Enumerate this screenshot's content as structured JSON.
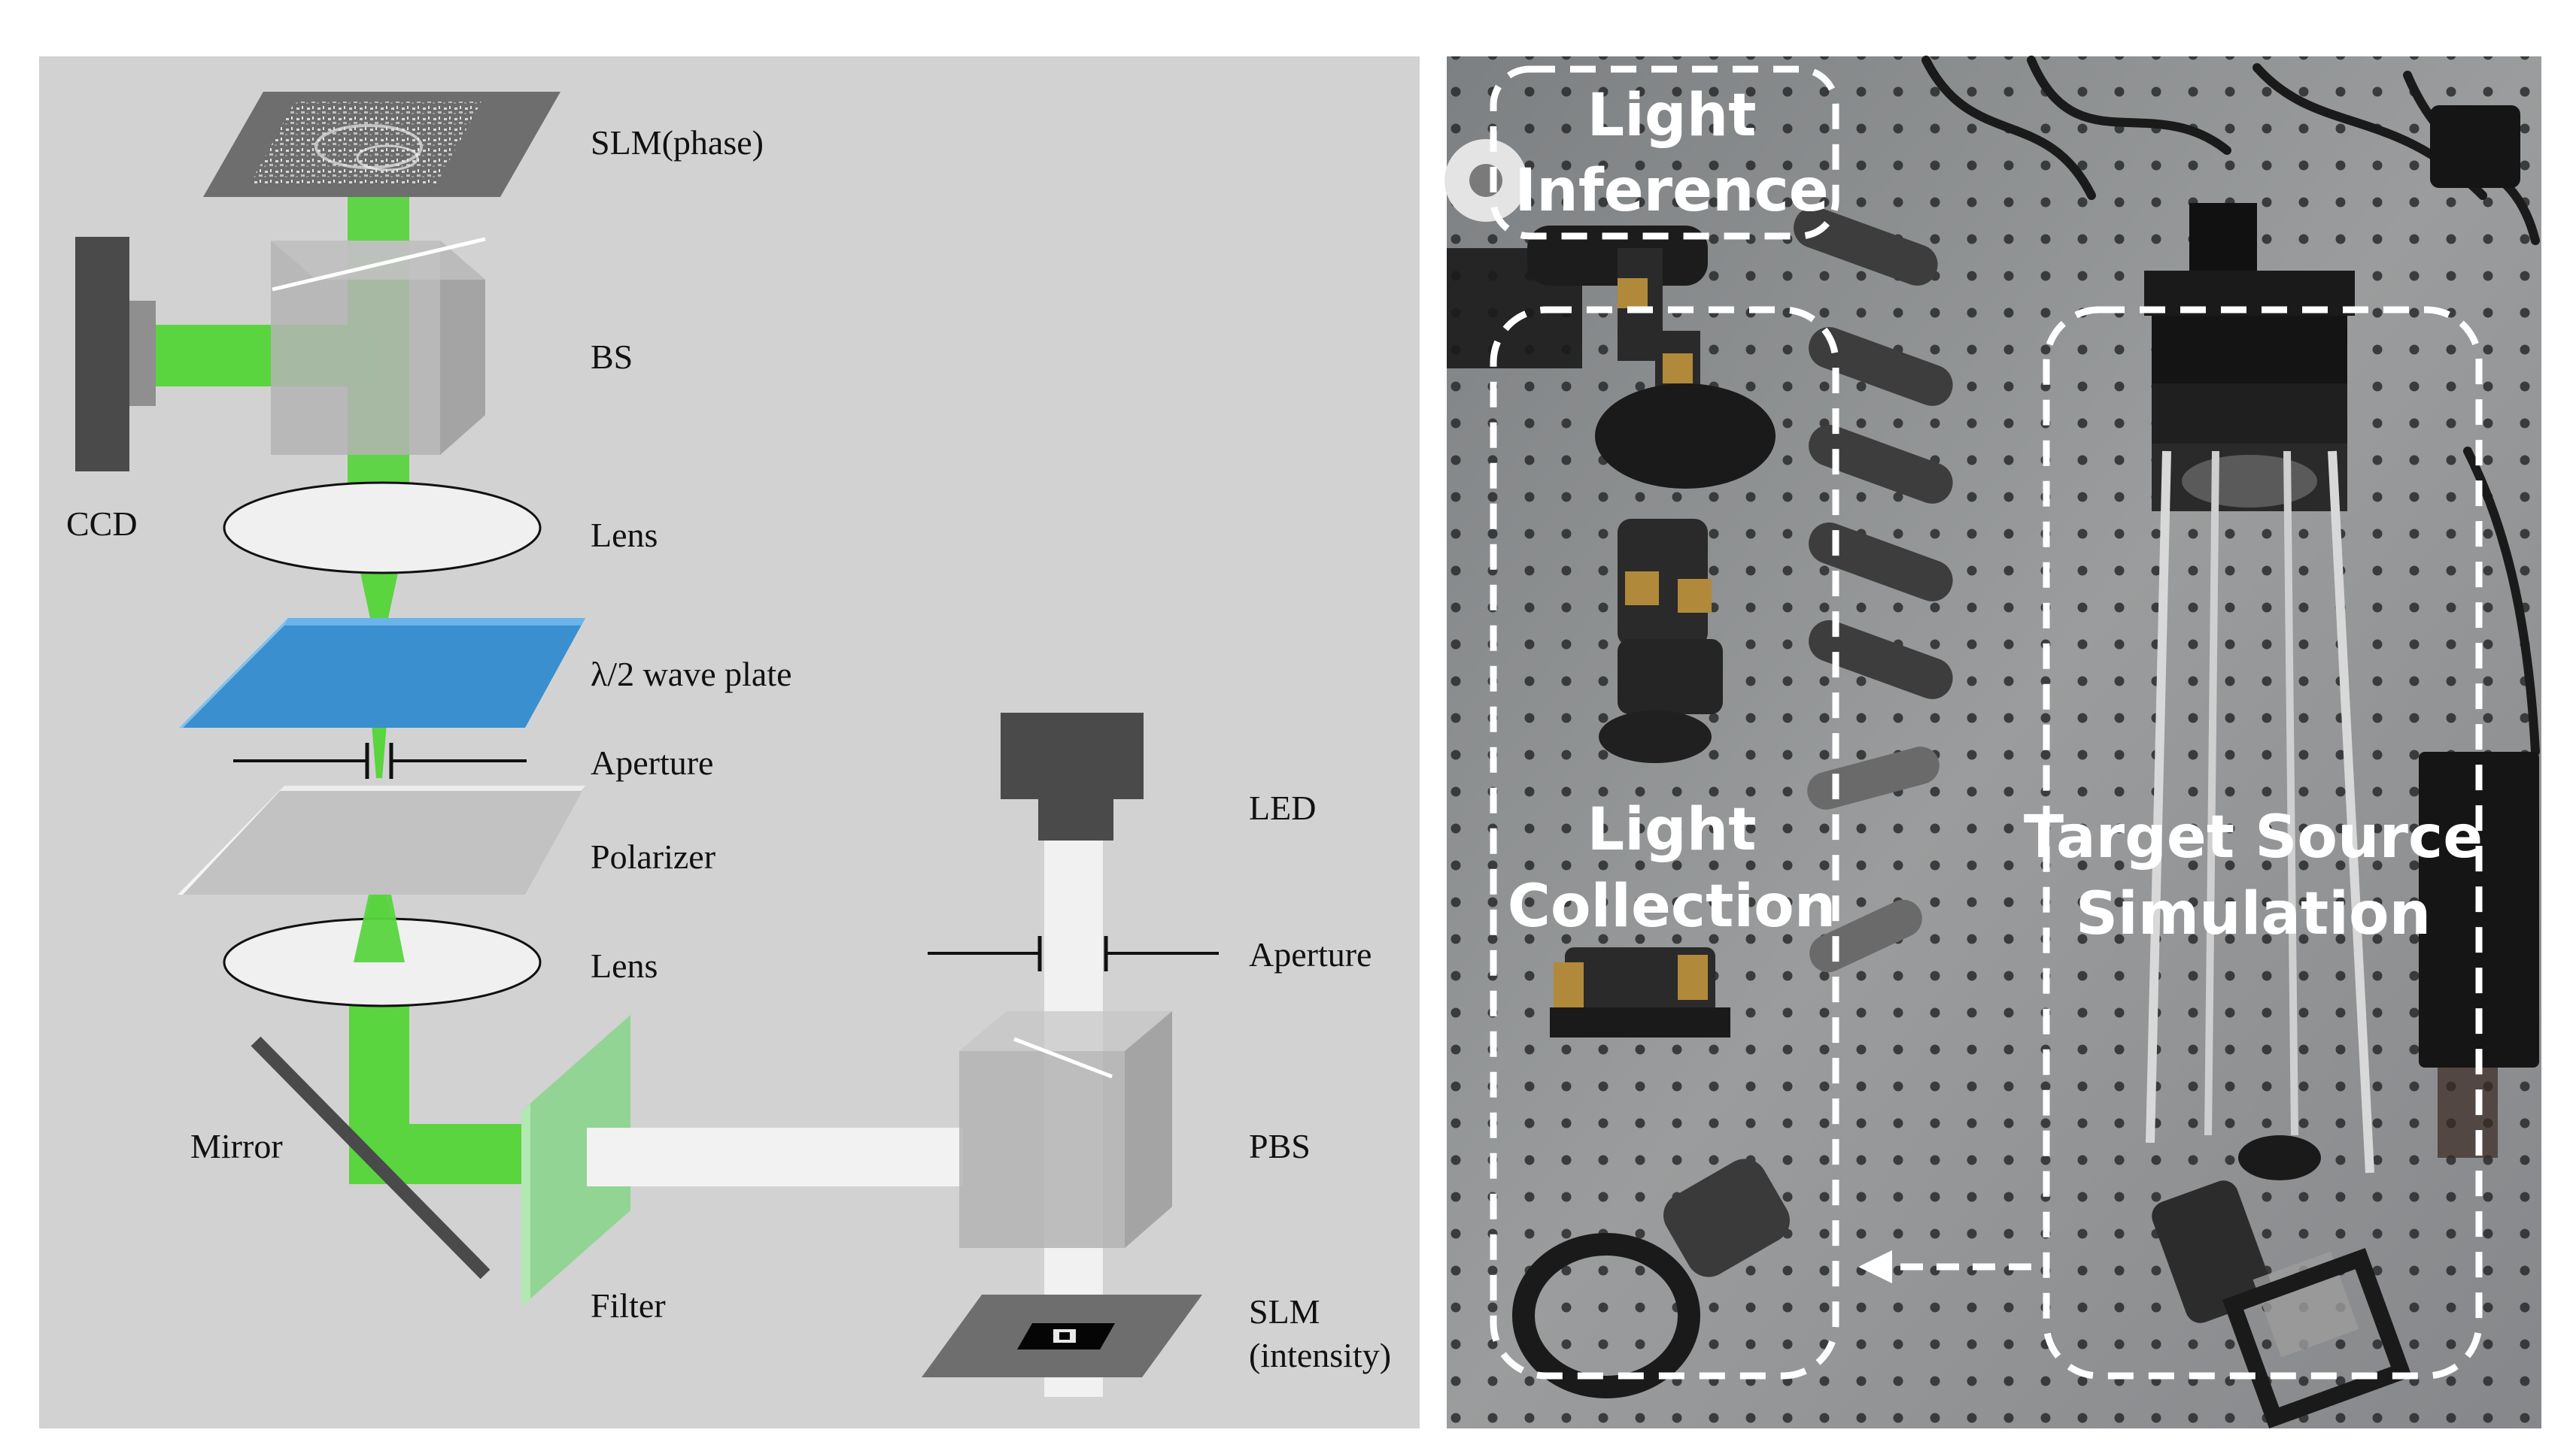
{
  "diagram": {
    "left_panel": {
      "labels": {
        "slm_phase": "SLM(phase)",
        "bs": "BS",
        "ccd": "CCD",
        "lens_top": "Lens",
        "wave_plate": "λ/2 wave plate",
        "aperture_left": "Aperture",
        "polarizer": "Polarizer",
        "lens_bottom": "Lens",
        "mirror": "Mirror",
        "filter": "Filter",
        "led": "LED",
        "aperture_right": "Aperture",
        "pbs": "PBS",
        "slm_intensity_line1": "SLM",
        "slm_intensity_line2": "(intensity)"
      }
    },
    "right_panel": {
      "boxes": {
        "light_inference_line1": "Light",
        "light_inference_line2": "Inference",
        "light_collection_line1": "Light",
        "light_collection_line2": "Collection",
        "target_source_line1": "Target Source",
        "target_source_line2": "Simulation"
      }
    },
    "colors": {
      "beam_green": "#5ad43f",
      "wave_plate_blue": "#3a8fcf",
      "panel_gray": "#d2d2d2",
      "dark_gray": "#4a4a4a",
      "photo_bg": "#8a8c8e"
    }
  }
}
